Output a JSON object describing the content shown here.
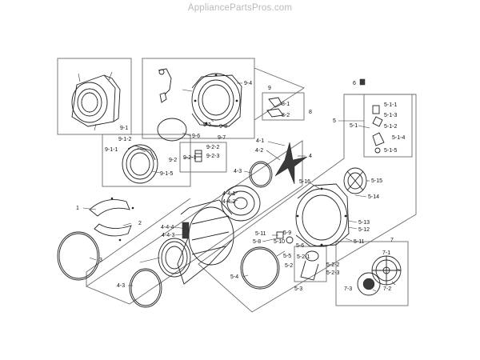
{
  "watermark": "AppliancePartsPros.com",
  "callouts": {
    "c1": "1",
    "c2": "2",
    "c3": "3",
    "c4": "4",
    "c4_1": "4-1",
    "c4_2": "4-2",
    "c4_3": "4-3",
    "c4_3b": "4-3",
    "c4_4_1": "4-4-1",
    "c4_4_2": "4-4-2",
    "c4_4_3": "4-4-3",
    "c4_4_4": "4-4-4",
    "c5": "5",
    "c5_1": "5-1",
    "c5_1_1": "5-1-1",
    "c5_1_2": "5-1-2",
    "c5_1_3": "5-1-3",
    "c5_1_4": "5-1-4",
    "c5_1_5": "5-1-5",
    "c5_2": "5-2",
    "c5_2_1": "5-2-1",
    "c5_2_2": "5-2-2",
    "c5_2_3": "5-2-3",
    "c5_3": "5-3",
    "c5_4": "5-4",
    "c5_5": "5-5",
    "c5_6": "5-6",
    "c5_8": "5-8",
    "c5_9": "5-9",
    "c5_10": "5-10",
    "c5_11": "5-11",
    "c5_11b": "5-11",
    "c5_12": "5-12",
    "c5_13": "5-13",
    "c5_14": "5-14",
    "c5_15": "5-15",
    "c5_16": "5-16",
    "c6": "6",
    "c7": "7",
    "c7_1": "7-1",
    "c7_2": "7-2",
    "c7_3": "7-3",
    "c8": "8",
    "c8_1": "8-1",
    "c8_2": "8-2",
    "c9": "9",
    "c9_1": "9-1",
    "c9_1_1": "9-1-1",
    "c9_1_2": "9-1-2",
    "c9_1_5": "9-1-5",
    "c9_2": "9-2",
    "c9_2_1": "9-2-1",
    "c9_2_2": "9-2-2",
    "c9_2_3": "9-2-3",
    "c9_4": "9-4",
    "c9_5": "9-5",
    "c9_6": "9-6",
    "c9_7": "9-7",
    "c9_8": "9-8"
  }
}
